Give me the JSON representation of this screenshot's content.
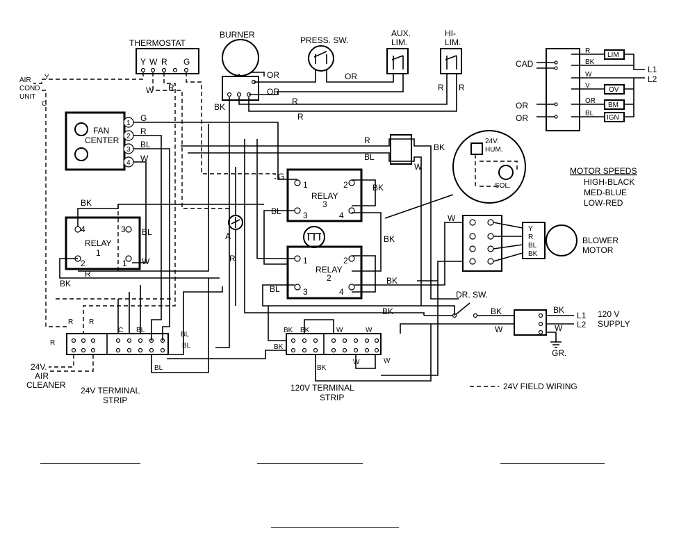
{
  "components": {
    "thermostat": {
      "title": "THERMOSTAT",
      "terminals": [
        "Y",
        "W",
        "R",
        "G"
      ]
    },
    "burner": "BURNER",
    "press_sw": "PRESS. SW.",
    "aux_lim": [
      "AUX.",
      "LIM."
    ],
    "hi_lim": [
      "HI-",
      "LIM."
    ],
    "air_cond_unit": [
      "AIR",
      "COND",
      "UNIT"
    ],
    "fan_center": {
      "title": [
        "FAN",
        "CENTER"
      ],
      "terminals": [
        "1",
        "2",
        "3",
        "4"
      ]
    },
    "relay1": {
      "title": [
        "RELAY",
        "1"
      ],
      "terminals": [
        "4",
        "3",
        "2",
        "1"
      ]
    },
    "relay2": {
      "title": [
        "RELAY",
        "2"
      ],
      "terminals": [
        "1",
        "2",
        "3",
        "4"
      ]
    },
    "relay3": {
      "title": [
        "RELAY",
        "3"
      ],
      "terminals": [
        "1",
        "2",
        "3",
        "4"
      ]
    },
    "hum": [
      "24V.",
      "HUM."
    ],
    "sol": "SOL.",
    "motor_speeds": {
      "title": "MOTOR SPEEDS",
      "lines": [
        "HIGH-BLACK",
        "MED-BLUE",
        "LOW-RED"
      ]
    },
    "blower_motor": [
      "BLOWER",
      "MOTOR"
    ],
    "supply": {
      "lines": [
        "L1",
        "L2"
      ],
      "label": [
        "120 V",
        "SUPPLY"
      ],
      "ground": "GR."
    },
    "dr_sw": "DR. SW.",
    "terminal_24v": [
      "24V TERMINAL",
      "STRIP"
    ],
    "terminal_120v": [
      "120V TERMINAL",
      "STRIP"
    ],
    "air_cleaner": [
      "24V.",
      "AIR",
      "CLEANER"
    ],
    "legend": "24V FIELD WIRING",
    "primary": {
      "cad": "CAD",
      "or1": "OR",
      "or2": "OR",
      "lim": "LIM",
      "ov": "OV",
      "bm": "BM",
      "ign": "IGN",
      "l1": "L1",
      "l2": "L2",
      "wires": [
        "R",
        "BK",
        "W",
        "V",
        "OR",
        "BL"
      ]
    },
    "capacitor_label": "A",
    "fan_wires": [
      "G",
      "R",
      "BL",
      "W"
    ]
  },
  "wire_labels": {
    "y": "Y",
    "w": "W",
    "r": "R",
    "c": "C",
    "or": "OR",
    "bk": "BK",
    "bl": "BL",
    "g": "G",
    "motor_terms": [
      "Y",
      "R",
      "BL",
      "BK"
    ]
  }
}
